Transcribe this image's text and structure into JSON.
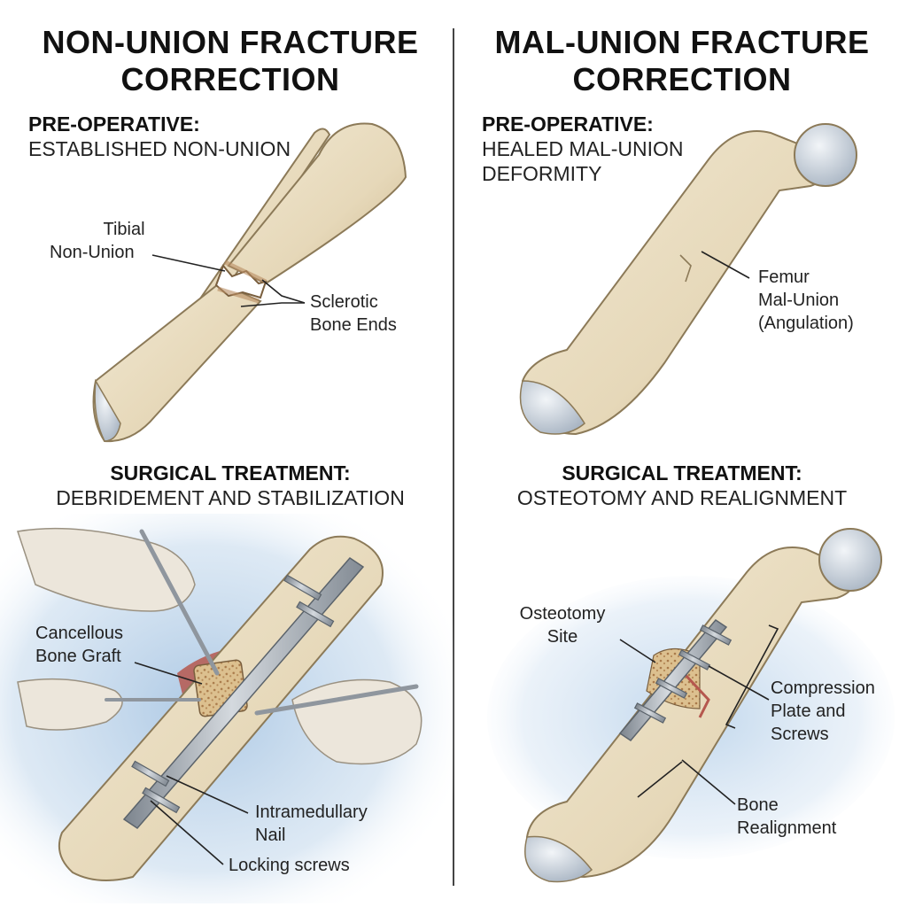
{
  "left": {
    "title_line1": "NON-UNION FRACTURE",
    "title_line2": "CORRECTION",
    "pre_op_heading": "PRE-OPERATIVE:",
    "pre_op_desc": "ESTABLISHED NON-UNION",
    "label_tibial_1": "Tibial",
    "label_tibial_2": "Non-Union",
    "label_sclerotic_1": "Sclerotic",
    "label_sclerotic_2": "Bone Ends",
    "treatment_heading": "SURGICAL TREATMENT:",
    "treatment_desc": "DEBRIDEMENT AND STABILIZATION",
    "label_graft_1": "Cancellous",
    "label_graft_2": "Bone Graft",
    "label_nail_1": "Intramedullary",
    "label_nail_2": "Nail",
    "label_screws": "Locking screws"
  },
  "right": {
    "title_line1": "MAL-UNION FRACTURE",
    "title_line2": "CORRECTION",
    "pre_op_heading": "PRE-OPERATIVE:",
    "pre_op_desc_1": "HEALED MAL-UNION",
    "pre_op_desc_2": "DEFORMITY",
    "label_femur_1": "Femur",
    "label_femur_2": "Mal-Union",
    "label_femur_3": "(Angulation)",
    "treatment_heading": "SURGICAL TREATMENT:",
    "treatment_desc": "OSTEOTOMY AND REALIGNMENT",
    "label_osteotomy_1": "Osteotomy",
    "label_osteotomy_2": "Site",
    "label_plate_1": "Compression",
    "label_plate_2": "Plate and",
    "label_plate_3": "Screws",
    "label_realign_1": "Bone",
    "label_realign_2": "Realignment"
  },
  "colors": {
    "bone": "#e8dcc0",
    "bone_shade": "#c9b58d",
    "cartilage": "#c9d3de",
    "graft": "#d9b98a",
    "tissue_blue": "#a9c6e3",
    "wound_red": "#b5574e",
    "glove": "#ece6db",
    "metal": "#9aa2ab"
  }
}
